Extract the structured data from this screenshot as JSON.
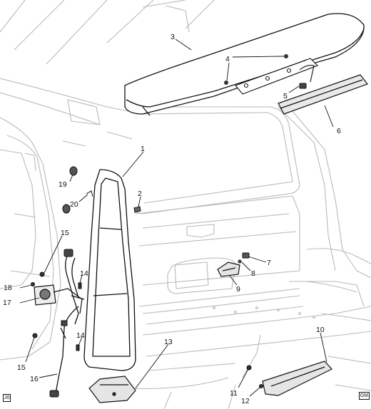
{
  "figure": {
    "callouts": {
      "c1": "1",
      "c2": "2",
      "c3": "3",
      "c4": "4",
      "c5": "5",
      "c6": "6",
      "c7": "7",
      "c8": "8",
      "c9": "9",
      "c10": "10",
      "c11": "11",
      "c12": "12",
      "c13": "13",
      "c14a": "14",
      "c14b": "14",
      "c15a": "15",
      "c15b": "15",
      "c16": "16",
      "c17": "17",
      "c18": "18",
      "c19": "19",
      "c20": "20"
    },
    "corner_marks": {
      "left": "J0",
      "right": "GM"
    }
  }
}
